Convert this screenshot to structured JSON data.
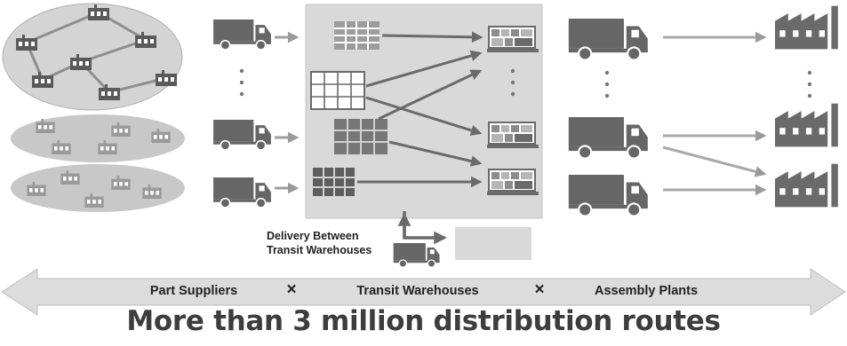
{
  "delivery_label": {
    "line1": "Delivery Between",
    "line2": "Transit Warehouses"
  },
  "axis": {
    "left_label": "Part Suppliers",
    "separator1": "×",
    "middle_label": "Transit Warehouses",
    "separator2": "×",
    "right_label": "Assembly Plants"
  },
  "title": "More than 3 million distribution routes",
  "colors": {
    "dark": "#5f5f5f",
    "medium": "#8c8c8c",
    "light": "#b8b8b8",
    "panel": "#d9d9d9",
    "ellipse": "#c9c9c9",
    "arrow": "#9e9e9e"
  },
  "icons": {
    "supplier": "factory-building-icon",
    "truck": "delivery-truck-icon",
    "warehouse": "warehouse-rack-icon",
    "plant": "factory-smokestack-icon"
  }
}
